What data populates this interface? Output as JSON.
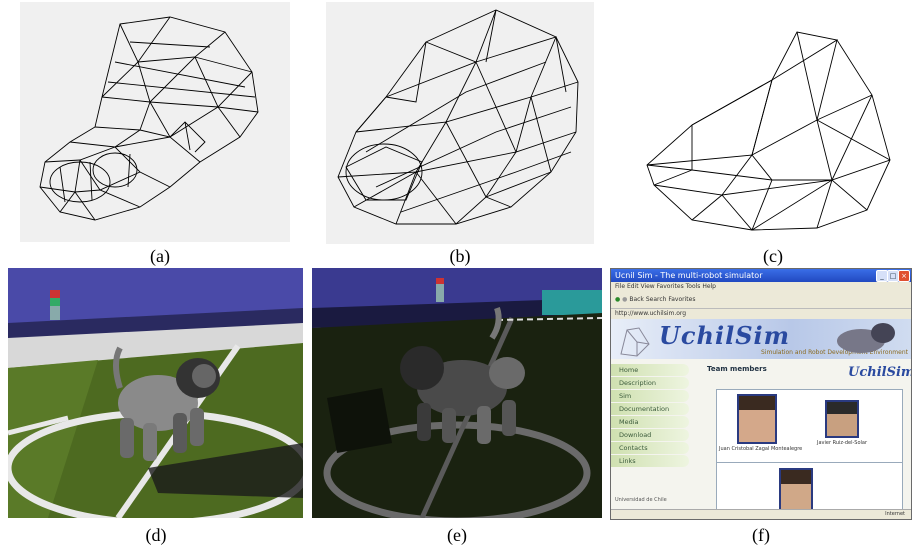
{
  "captions": [
    "(a)",
    "(b)",
    "(c)",
    "(d)",
    "(e)",
    "(f)"
  ],
  "browser": {
    "window_title": "Ucnil Sim - The multi-robot simulator",
    "menu": "File  Edit  View  Favorites  Tools  Help",
    "toolbar": "Back   Search   Favorites",
    "address": "http://www.uchilsim.org",
    "logo": "UchilSim",
    "subtitle": "Simulation and Robot Development Environment",
    "nav": [
      "Home",
      "Description",
      "Sim",
      "Documentation",
      "Media",
      "Download",
      "Contacts",
      "Links"
    ],
    "team_heading": "Team members",
    "right_logo": "UchilSim",
    "person1_caption": "Juan Cristobal Zagal Montealegre",
    "person2_caption": "Javier Ruiz-del-Solar",
    "footer": "Universidad de Chile",
    "status": "Internet"
  }
}
